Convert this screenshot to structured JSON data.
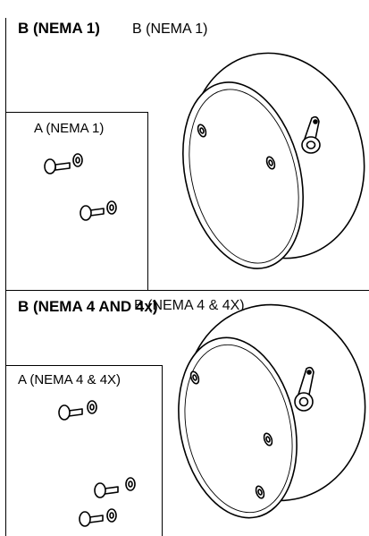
{
  "top": {
    "title_bold": "B (NEMA 1)",
    "title_regular": "B (NEMA 1)",
    "subpanel_label": "A (NEMA 1)"
  },
  "bottom": {
    "title_bold": "B (NEMA 4 AND 4x)",
    "title_regular": "B (NEMA 4 & 4X)",
    "subpanel_label": "A (NEMA 4 & 4X)"
  },
  "icons": [
    "enclosure-cover-icon",
    "screw-icon",
    "washer-icon",
    "ground-lug-icon"
  ]
}
